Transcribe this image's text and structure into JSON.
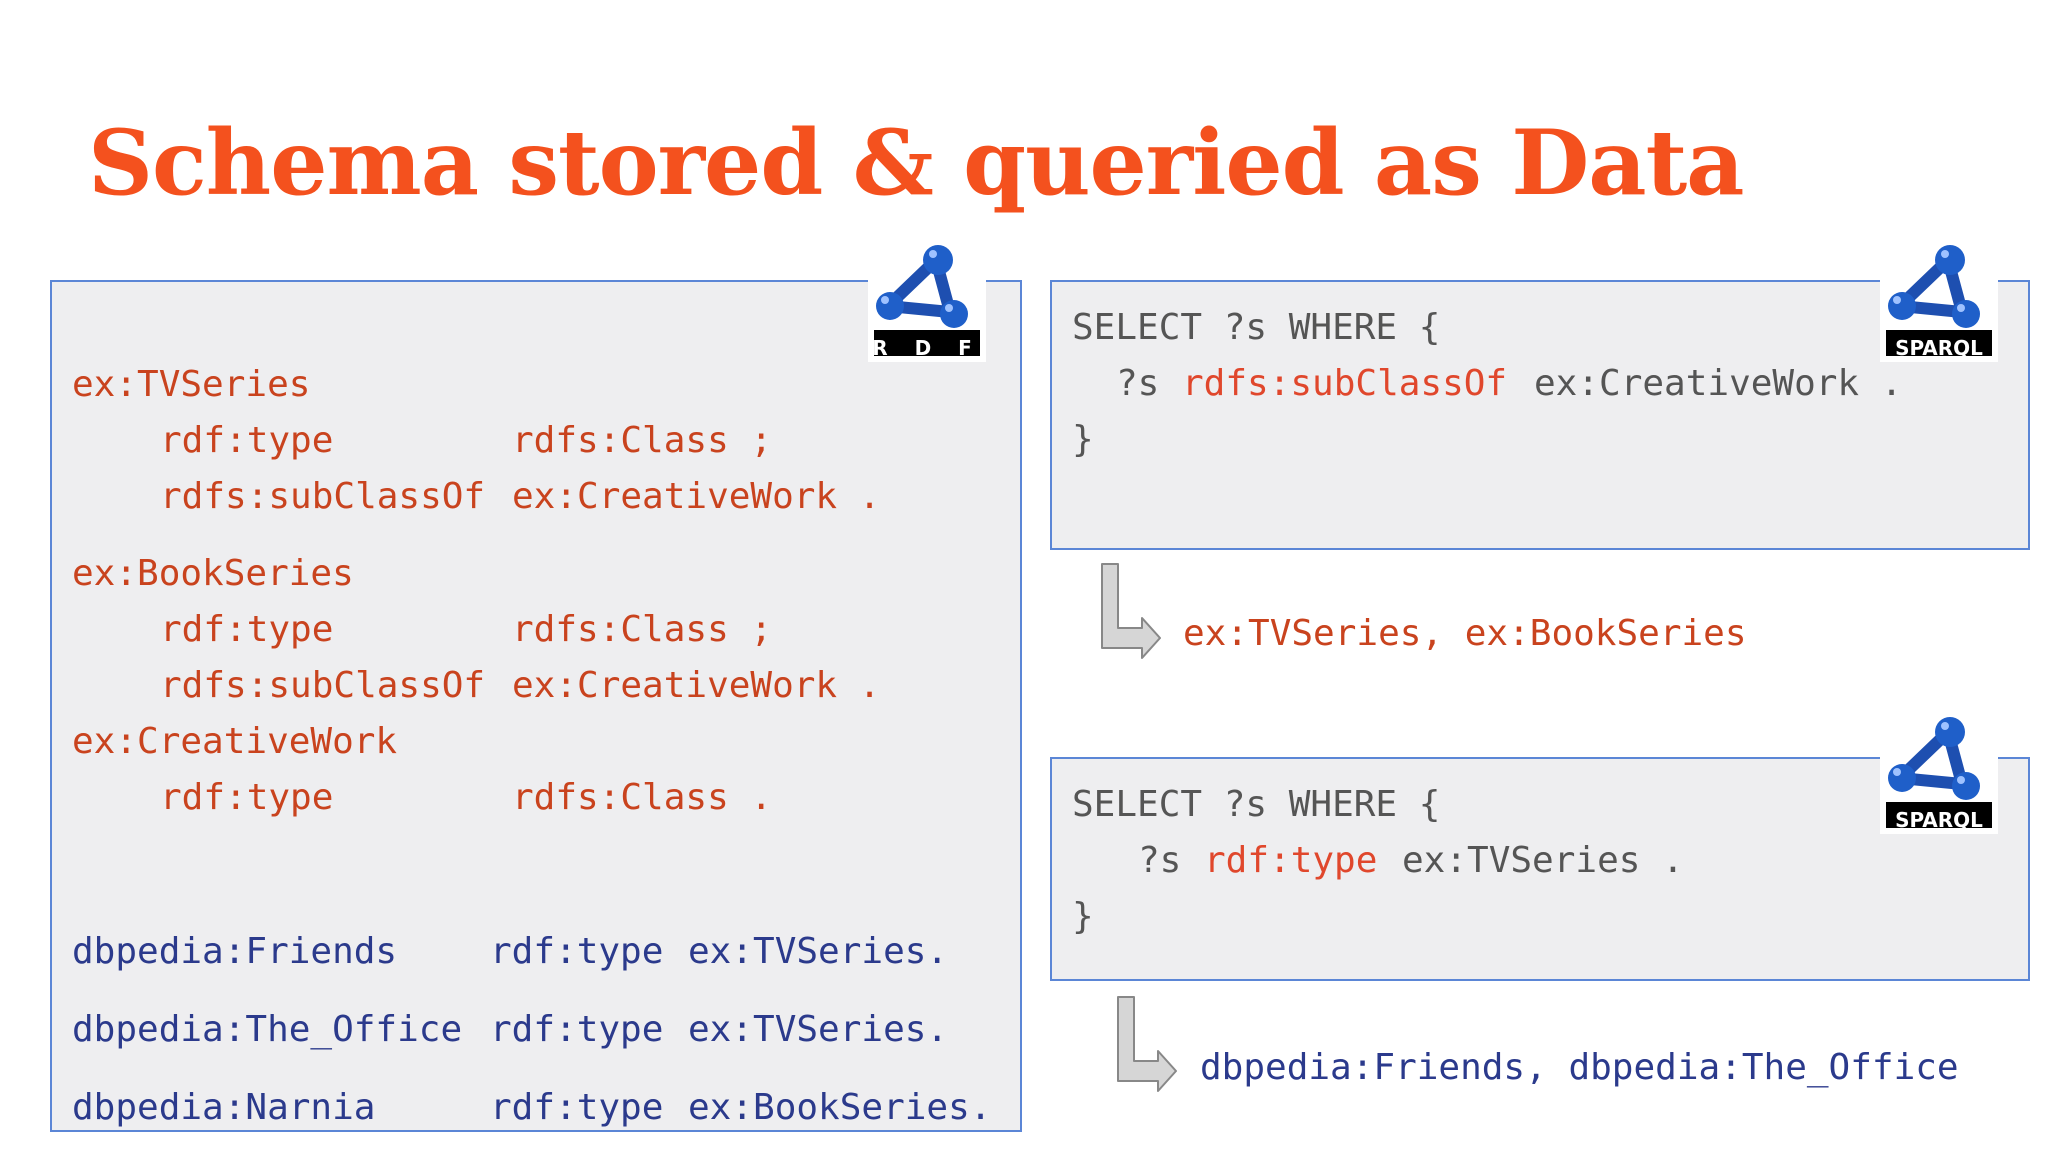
{
  "title": "Schema stored & queried as Data",
  "rdf_logo": {
    "label": "R D F"
  },
  "sparql_logo": {
    "label": "SPARQL"
  },
  "rdf_box": {
    "tvseries": {
      "subject": "ex:TVSeries",
      "p1": "rdf:type",
      "o1": "rdfs:Class ;",
      "p2": "rdfs:subClassOf",
      "o2": "ex:CreativeWork ."
    },
    "bookseries": {
      "subject": "ex:BookSeries",
      "p1": "rdf:type",
      "o1": "rdfs:Class ;",
      "p2": "rdfs:subClassOf",
      "o2": "ex:CreativeWork ."
    },
    "creativework": {
      "subject": "ex:CreativeWork",
      "p1": "rdf:type",
      "o1": "rdfs:Class ."
    },
    "instances": [
      {
        "subject": "dbpedia:Friends",
        "predicate": "rdf:type",
        "object": "ex:TVSeries."
      },
      {
        "subject": "dbpedia:The_Office",
        "predicate": "rdf:type",
        "object": "ex:TVSeries."
      },
      {
        "subject": "dbpedia:Narnia",
        "predicate": "rdf:type",
        "object": "ex:BookSeries."
      }
    ]
  },
  "query1": {
    "select": "SELECT ?s WHERE {",
    "var": "?s",
    "predicate": "rdfs:subClassOf",
    "object": "ex:CreativeWork .",
    "close": "}",
    "result": "ex:TVSeries, ex:BookSeries"
  },
  "query2": {
    "select": "SELECT ?s WHERE {",
    "var": "?s",
    "predicate": "rdf:type",
    "object": "ex:TVSeries .",
    "close": "}",
    "result": "dbpedia:Friends, dbpedia:The_Office"
  },
  "colors": {
    "title": "#f4511e",
    "schema_text": "#c9431e",
    "query_predicate": "#e0472c",
    "instance_text": "#2b3a8c",
    "query_text": "#555555",
    "box_border": "#5b86d6",
    "box_fill": "#eeeef0"
  }
}
